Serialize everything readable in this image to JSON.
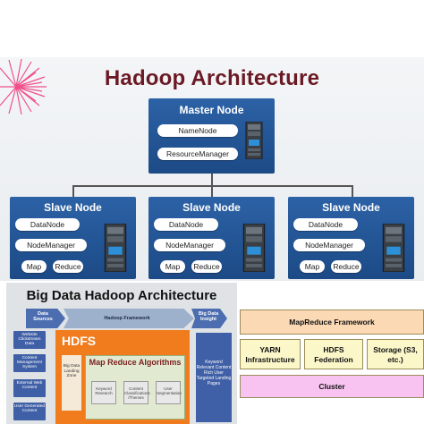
{
  "top_diagram": {
    "title": "Hadoop Architecture",
    "master": {
      "label": "Master Node",
      "components": [
        "NameNode",
        "ResourceManager"
      ]
    },
    "slaves": [
      {
        "label": "Slave Node",
        "components": [
          "DataNode",
          "NodeManager"
        ],
        "tasks": [
          "Map",
          "Reduce"
        ]
      },
      {
        "label": "Slave Node",
        "components": [
          "DataNode",
          "NodeManager"
        ],
        "tasks": [
          "Map",
          "Reduce"
        ]
      },
      {
        "label": "Slave Node",
        "components": [
          "DataNode",
          "NodeManager"
        ],
        "tasks": [
          "Map",
          "Reduce"
        ]
      }
    ]
  },
  "big_data_diagram": {
    "title": "Big Data Hadoop Architecture",
    "headers": {
      "sources": "Data Sources",
      "framework": "Hadoop Framework",
      "insight": "Big Data Insight"
    },
    "sources": [
      "Website Clickstream Data",
      "Content Management System",
      "External Web Content",
      "User Generated Content"
    ],
    "hdfs_label": "HDFS",
    "landing_zone": "Big Data Landing Zone",
    "map_reduce_title": "Map Reduce Algorithms",
    "steps": [
      "Keyword Research",
      "Content Classifications /Themes",
      "User Segmentation"
    ],
    "insight_text": "Keyword Relevant Content Rich User Targeted Landing Pages"
  },
  "stack_diagram": {
    "top": "MapReduce Framework",
    "middle": [
      "YARN Infrastructure",
      "HDFS Federation",
      "Storage (S3, etc.)"
    ],
    "bottom": "Cluster",
    "colors": {
      "top": "#fbd9b5",
      "middle": "#fbf7c9",
      "bottom": "#f9c3f1"
    }
  },
  "colors": {
    "node_box": "#2c62a6",
    "title": "#6b1a25",
    "hdfs_orange": "#f07c1e"
  }
}
